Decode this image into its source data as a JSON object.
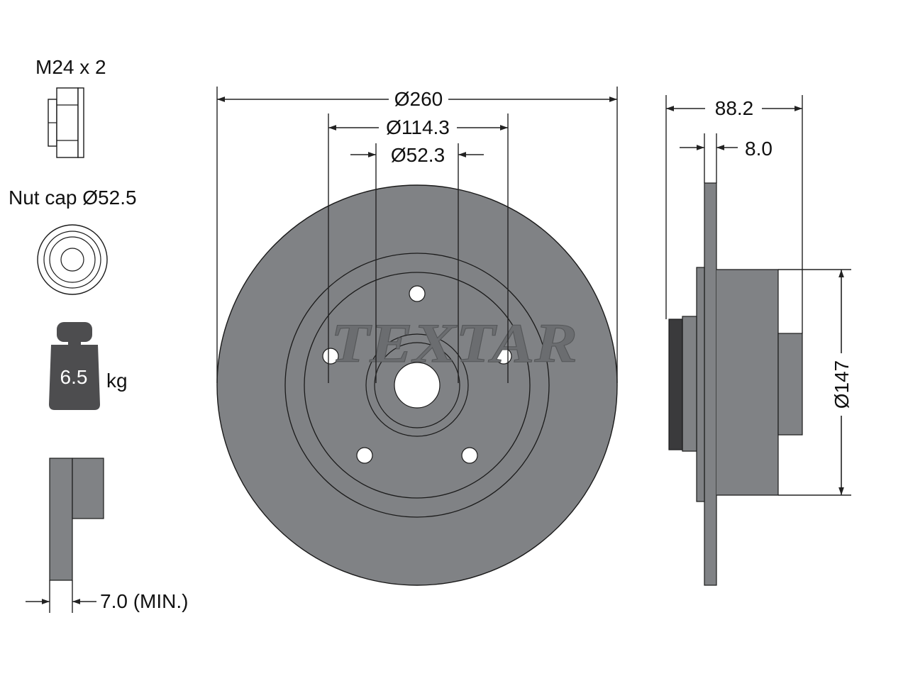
{
  "labels": {
    "nut_thread": "M24 x 2",
    "nut_cap": "Nut cap Ø52.5",
    "weight_value": "6.5",
    "weight_unit": "kg",
    "min_thickness": "7.0 (MIN.)",
    "outer_diameter": "Ø260",
    "pcd": "Ø114.3",
    "centre_bore": "Ø52.3",
    "overall_height": "88.2",
    "disc_thickness": "8.0",
    "hub_diameter": "Ø147",
    "brand": "TEXTAR"
  },
  "colors": {
    "disc": "#808285",
    "disc_dark": "#6b6d70",
    "outline": "#1a1a1a",
    "weight": "#4d4d4f",
    "background": "#ffffff"
  }
}
